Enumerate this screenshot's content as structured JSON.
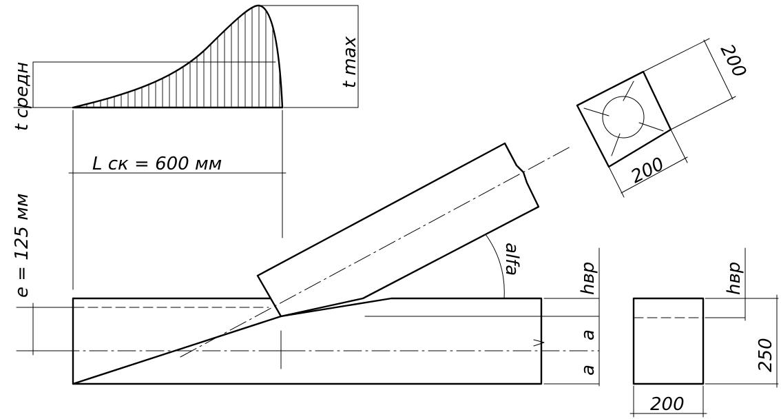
{
  "labels": {
    "l_sk": "L ск = 600 мм",
    "e": "e = 125 мм",
    "t_sredn": "t средн",
    "t_max": "t max",
    "alfa": "alfa",
    "h_vr_front": "hвр",
    "a_upper": "a",
    "a_lower": "a",
    "h_vr_side": "hвр",
    "height_250": "250",
    "width_200_side": "200",
    "section_200_right": "200",
    "section_200_bottom": "200"
  }
}
